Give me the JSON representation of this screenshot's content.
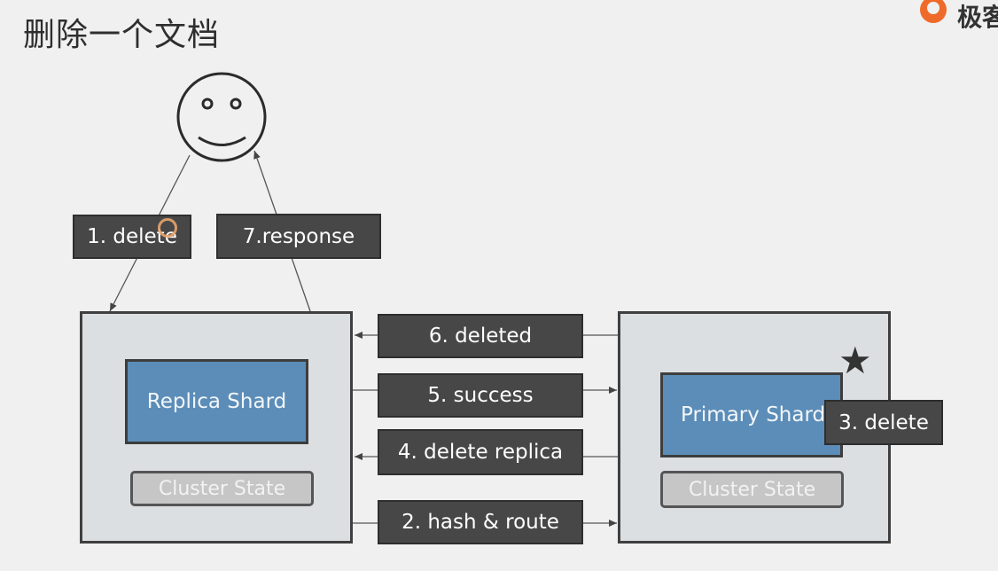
{
  "title": "删除一个文档",
  "logo": {
    "text": "极客",
    "icon": "geektime-logo-icon",
    "accent": "#ee6a2a"
  },
  "nodes": {
    "replica": {
      "shard_label": "Replica Shard",
      "cluster_state": "Cluster State"
    },
    "primary": {
      "shard_label": "Primary Shard",
      "cluster_state": "Cluster State",
      "marker": "★"
    }
  },
  "steps": {
    "s1": "1. delete",
    "s2": "2. hash & route",
    "s3": "3. delete",
    "s4": "4. delete replica",
    "s5": "5. success",
    "s6": "6. deleted",
    "s7": "7.response"
  },
  "colors": {
    "background": "#f0f0f0",
    "node_fill": "#dcdfe2",
    "shard_fill": "#5b8db8",
    "label_fill": "#474747",
    "cluster_state_fill": "#c6c6c6"
  }
}
